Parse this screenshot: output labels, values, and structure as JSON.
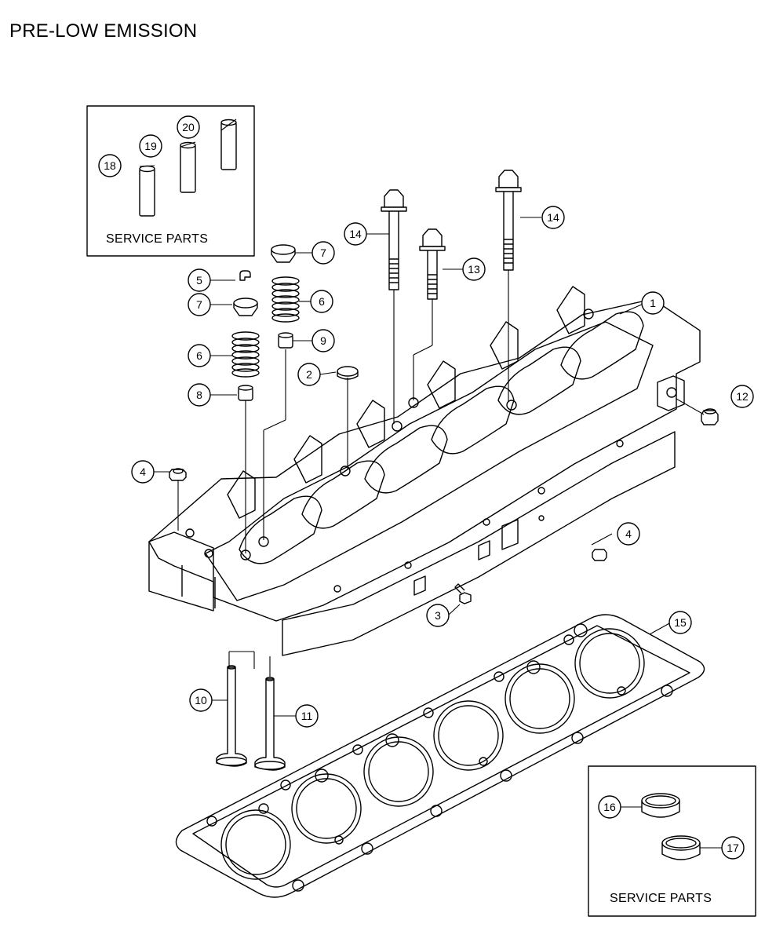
{
  "title": "PRE-LOW EMISSION",
  "service_boxes": [
    {
      "label": "SERVICE PARTS",
      "parts": [
        "18",
        "19",
        "20"
      ]
    },
    {
      "label": "SERVICE PARTS",
      "parts": [
        "16",
        "17"
      ]
    }
  ],
  "callouts": [
    "1",
    "2",
    "3",
    "4",
    "4",
    "5",
    "6",
    "6",
    "7",
    "7",
    "8",
    "9",
    "10",
    "11",
    "12",
    "13",
    "14",
    "14",
    "15",
    "16",
    "17",
    "18",
    "19",
    "20"
  ],
  "colors": {
    "line": "#000000",
    "background": "#ffffff"
  }
}
